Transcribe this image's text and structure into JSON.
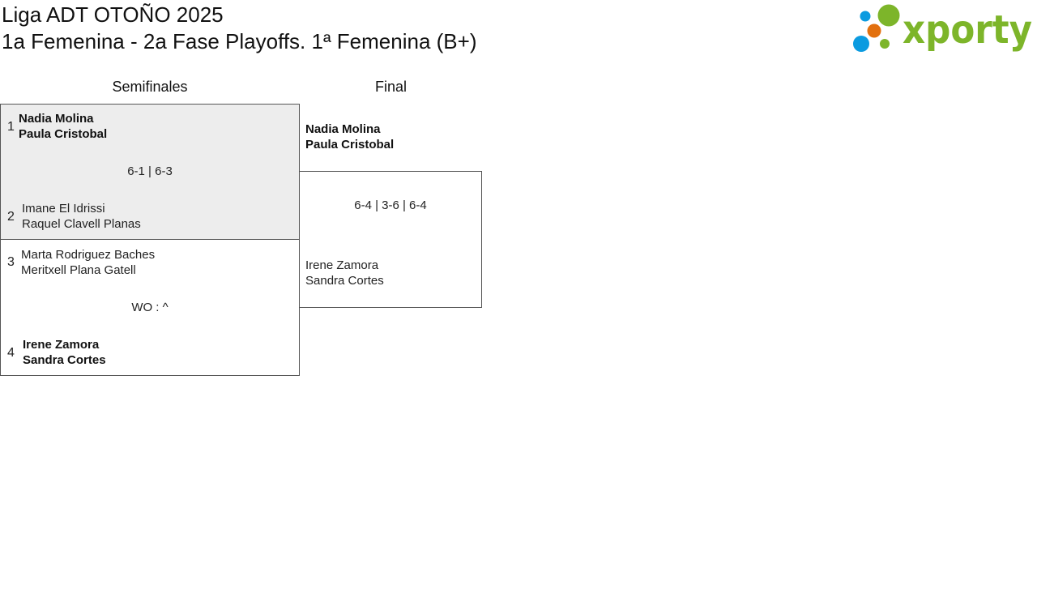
{
  "header": {
    "title": "Liga ADT OTOÑO 2025",
    "subtitle": "1a Femenina - 2a Fase Playoffs. 1ª Femenina (B+)"
  },
  "brand": {
    "name": "xporty",
    "colors": {
      "green": "#7db52a",
      "blue": "#0b9be0",
      "orange": "#e2700e"
    }
  },
  "rounds": {
    "semis": "Semifinales",
    "final": "Final"
  },
  "semifinals": [
    {
      "team1": {
        "seed": "1",
        "player1": "Nadia Molina",
        "player2": "Paula Cristobal",
        "winner": true
      },
      "score": "6-1 | 6-3",
      "team2": {
        "seed": "2",
        "player1": "Imane El Idrissi",
        "player2": "Raquel Clavell Planas",
        "winner": false
      }
    },
    {
      "team1": {
        "seed": "3",
        "player1": "Marta Rodriguez Baches",
        "player2": "Meritxell Plana Gatell",
        "winner": false
      },
      "score": "WO : ^",
      "team2": {
        "seed": "4",
        "player1": "Irene Zamora",
        "player2": "Sandra Cortes",
        "winner": true
      }
    }
  ],
  "final": {
    "team1": {
      "player1": "Nadia Molina",
      "player2": "Paula Cristobal",
      "winner": true
    },
    "score": "6-4 | 3-6 | 6-4",
    "team2": {
      "player1": "Irene Zamora",
      "player2": "Sandra Cortes",
      "winner": false
    }
  }
}
